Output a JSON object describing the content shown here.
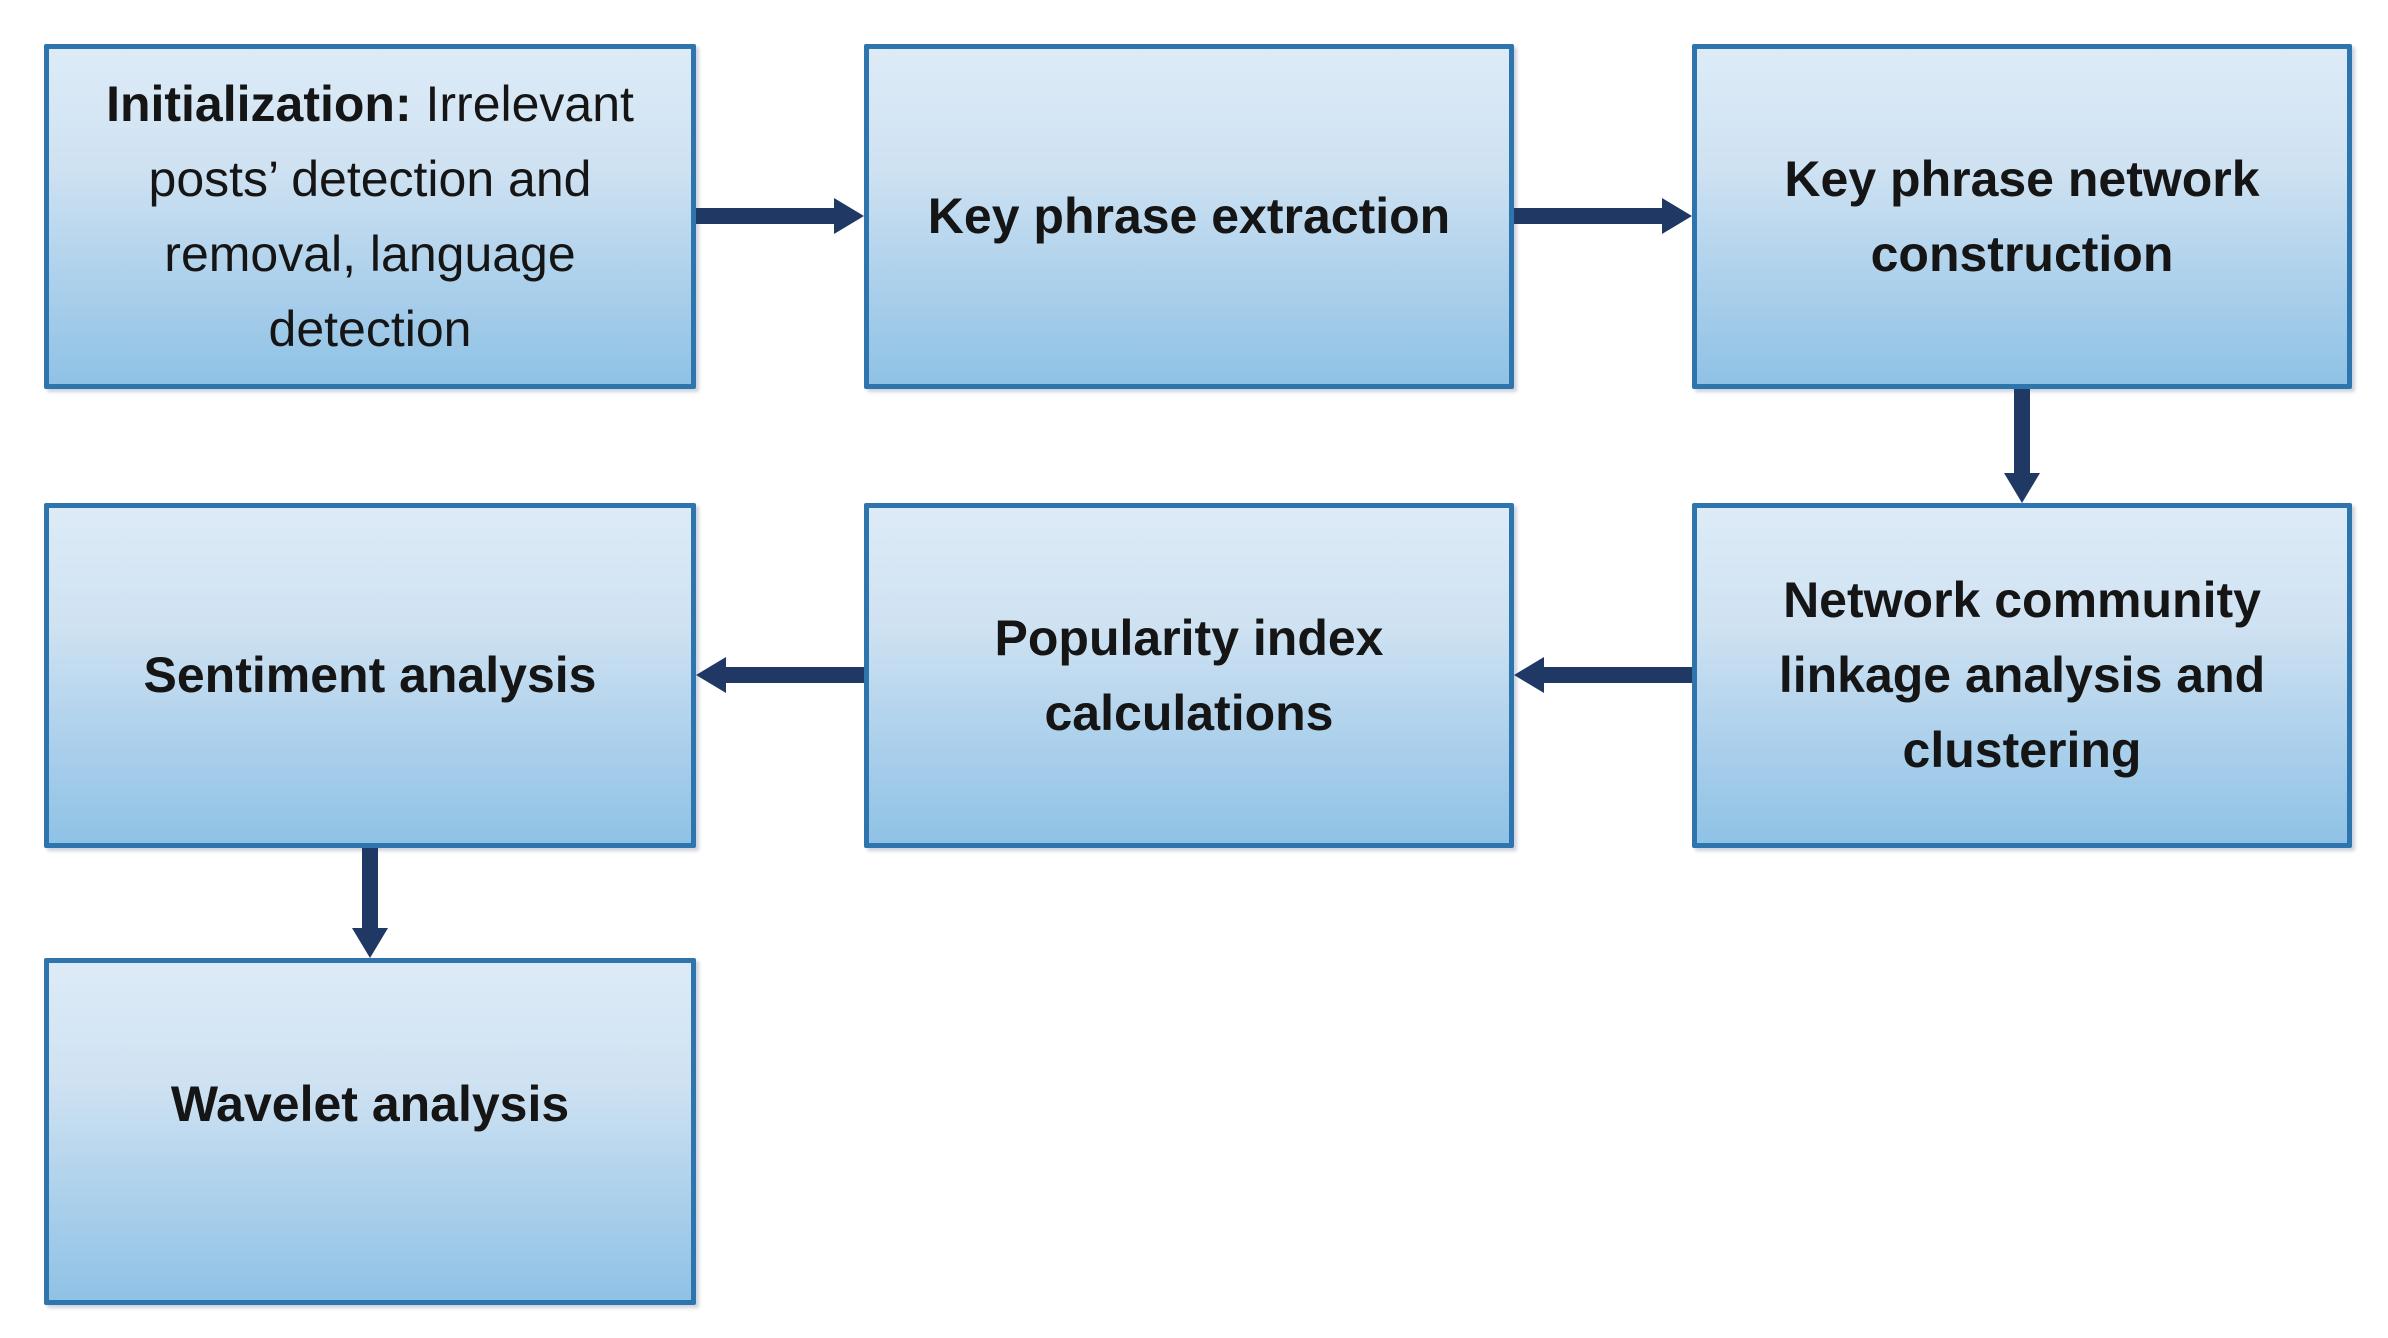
{
  "diagram": {
    "type": "flowchart",
    "background": "#ffffff",
    "colors": {
      "box_border": "#2e74ad",
      "box_fill_top": "#ddebf7",
      "box_fill_bottom": "#8fc2e5",
      "arrow": "#1f3864",
      "text": "#151515"
    },
    "nodes": {
      "initialization": {
        "bold_lead": "Initialization:",
        "rest": " Irrelevant\nposts’ detection and\nremoval, language\ndetection"
      },
      "key_phrase_extraction": {
        "label": "Key phrase extraction"
      },
      "key_phrase_network_construction": {
        "label": "Key phrase network\nconstruction"
      },
      "network_community": {
        "label": "Network community\nlinkage analysis and\nclustering"
      },
      "popularity_index": {
        "label": "Popularity index\ncalculations"
      },
      "sentiment_analysis": {
        "label": "Sentiment analysis"
      },
      "wavelet_analysis": {
        "label": "Wavelet analysis"
      }
    },
    "flow": [
      {
        "from": "Initialization: Irrelevant posts’ detection and removal, language detection",
        "to": "Key phrase extraction",
        "direction": "right"
      },
      {
        "from": "Key phrase extraction",
        "to": "Key phrase network construction",
        "direction": "right"
      },
      {
        "from": "Key phrase network construction",
        "to": "Network community linkage analysis and clustering",
        "direction": "down"
      },
      {
        "from": "Network community linkage analysis and clustering",
        "to": "Popularity index calculations",
        "direction": "left"
      },
      {
        "from": "Popularity index calculations",
        "to": "Sentiment analysis",
        "direction": "left"
      },
      {
        "from": "Sentiment analysis",
        "to": "Wavelet analysis",
        "direction": "down"
      }
    ]
  }
}
